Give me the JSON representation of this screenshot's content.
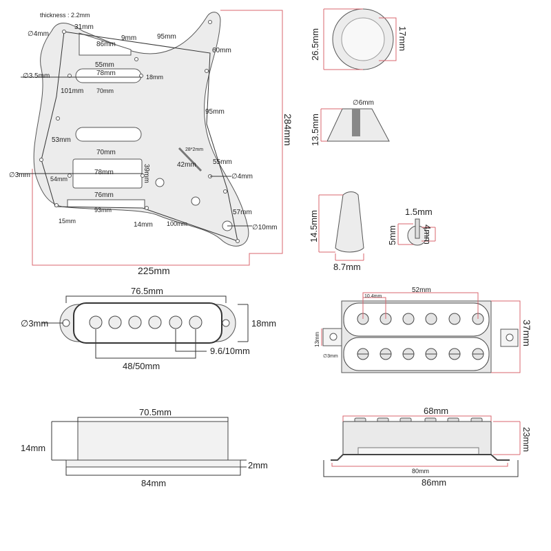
{
  "pickguard": {
    "thickness": "thickness : 2.2mm",
    "top_screw_dia": "∅4mm",
    "neck_gap_width": "31mm",
    "screw_span_86": "86mm",
    "neck_step": "9mm",
    "horn_span": "95mm",
    "horn_right": "60mm",
    "neck_cutout_width": "55mm",
    "pickup_screw_dia": "∅3.5mm",
    "neck_pickup_screw_span": "78mm",
    "neck_pickup_height": "18mm",
    "left_span_101": "101mm",
    "neck_pickup_length": "70mm",
    "right_span_95": "95mm",
    "left_span_53": "53mm",
    "switch_slot": "28*2mm",
    "hum_cutout_width": "70mm",
    "hum_screw_span": "78mm",
    "hum_cutout_height": "39mm",
    "hum_screw_dia": "∅3mm",
    "left_span_54": "54mm",
    "switch_span": "42mm",
    "right_span_55": "55mm",
    "right_screw_dia": "∅4mm",
    "bottom_cutout_width": "76mm",
    "bottom_screw_span": "93mm",
    "bottom_left_depth": "15mm",
    "bottom_right_depth": "14mm",
    "bottom_span_100": "100mm",
    "right_span_57": "57mm",
    "jack_dia": "∅10mm",
    "total_width": "225mm",
    "total_height": "284mm"
  },
  "knob": {
    "diameter": "26.5mm",
    "top_diameter": "17mm",
    "shaft_dia": "∅6mm",
    "height": "13.5mm"
  },
  "switch_tip": {
    "height": "14.5mm",
    "width": "8.7mm",
    "slot": "1.5mm",
    "depth_a": "5mm",
    "depth_b": "4mm"
  },
  "single_coil_top": {
    "length": "76.5mm",
    "screw_dia": "∅3mm",
    "width": "18mm",
    "pole_span": "48/50mm",
    "pole_spacing": "9.6/10mm"
  },
  "humbucker_top": {
    "pole_span": "52mm",
    "pole_spacing": "10.4mm",
    "width": "37mm",
    "tab_width": "13mm",
    "tab_hole": "∅3mm"
  },
  "single_coil_side": {
    "top_length": "70.5mm",
    "height": "14mm",
    "base_thickness": "2mm",
    "base_length": "84mm"
  },
  "humbucker_side": {
    "top_length": "68mm",
    "height": "23mm",
    "inner_length": "80mm",
    "base_length": "86mm"
  }
}
